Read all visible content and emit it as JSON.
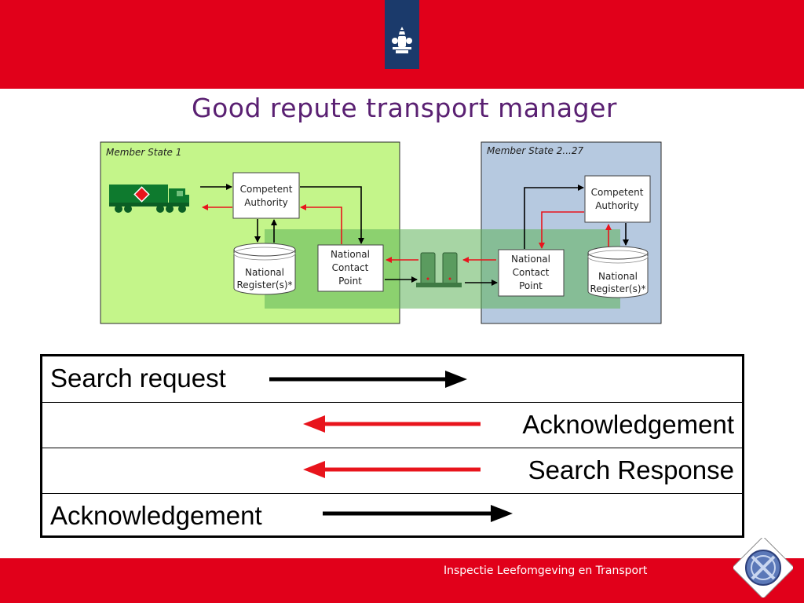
{
  "slide": {
    "title": "Good repute transport manager",
    "footer": "Inspectie Leefomgeving en Transport"
  },
  "diagram": {
    "member_state_1": {
      "label": "Member State 1",
      "competent_authority": [
        "Competent",
        "Authority"
      ],
      "national_register": [
        "National",
        "Register(s)*"
      ],
      "national_contact_point": [
        "National",
        "Contact",
        "Point"
      ]
    },
    "member_state_2": {
      "label": "Member State 2...27",
      "competent_authority": [
        "Competent",
        "Authority"
      ],
      "national_register": [
        "National",
        "Register(s)*"
      ],
      "national_contact_point": [
        "National",
        "Contact",
        "Point"
      ]
    }
  },
  "messages": [
    {
      "label": "Search request",
      "align": "left",
      "direction": "right",
      "color": "#000000"
    },
    {
      "label": "Acknowledgement",
      "align": "right",
      "direction": "left",
      "color": "#e8141c"
    },
    {
      "label": "Search Response",
      "align": "right",
      "direction": "left",
      "color": "#e8141c"
    },
    {
      "label": "Acknowledgement",
      "align": "left",
      "direction": "right",
      "color": "#000000"
    }
  ],
  "colors": {
    "brand_red": "#e1001a",
    "ribbon_blue": "#1b3a6b",
    "title_purple": "#5a2072",
    "panel_green": "#c4f58a",
    "panel_blue": "#b6c9e0",
    "overlay_green": "#7cc36f",
    "truck_green": "#0e7a2e"
  }
}
